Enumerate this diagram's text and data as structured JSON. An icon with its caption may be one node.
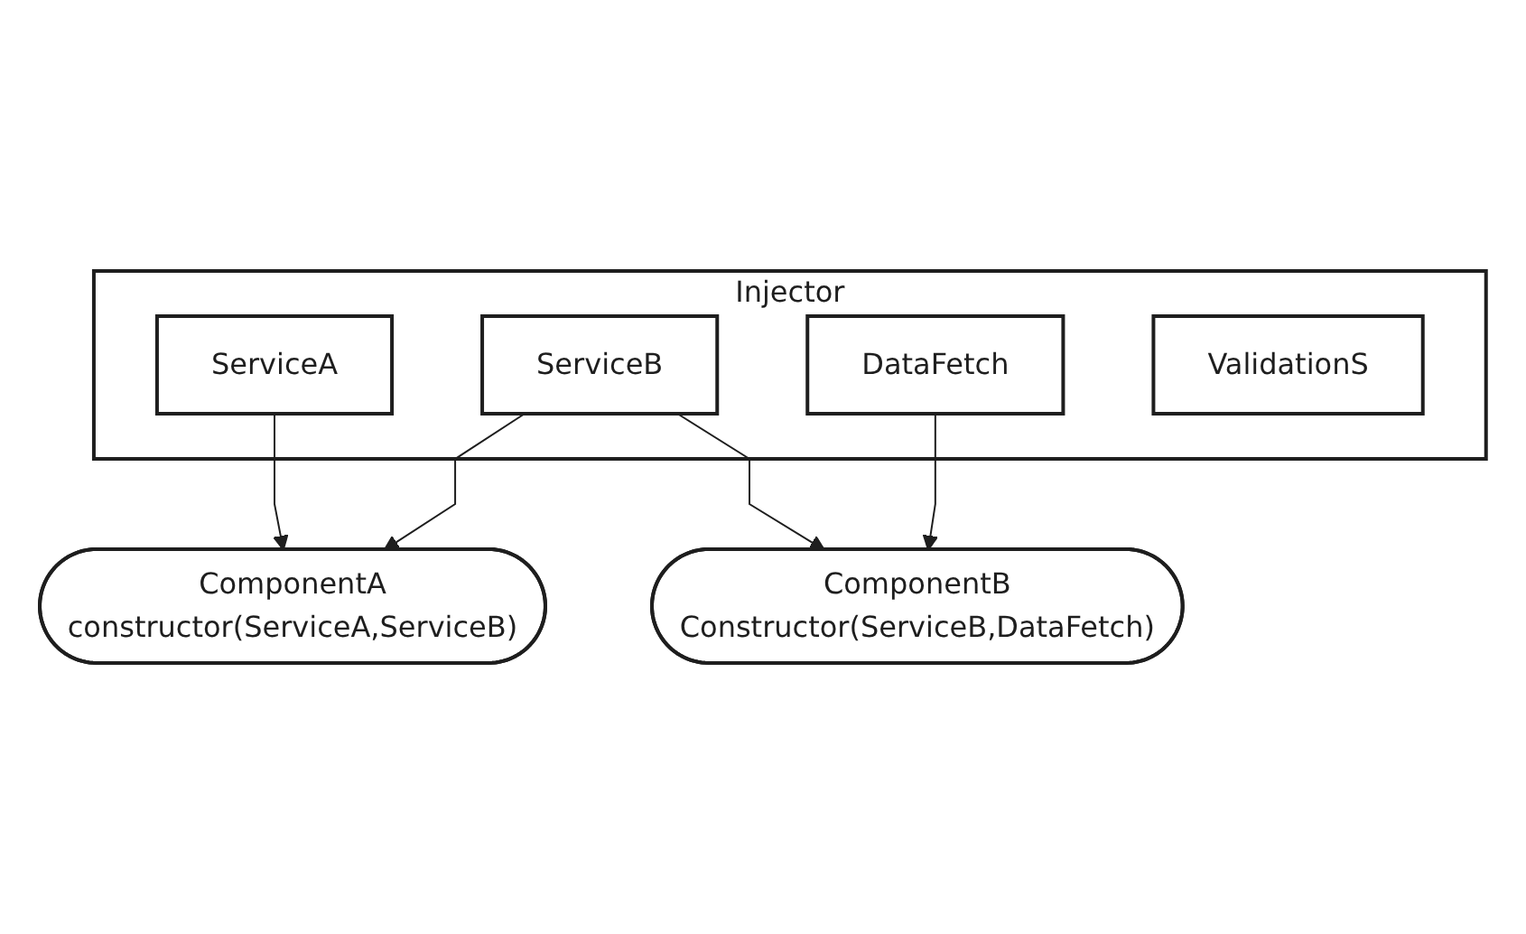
{
  "diagram": {
    "nodes": [
      {
        "text": [
          "Injector"
        ]
      },
      {
        "text": [
          "ServiceA"
        ],
        "in": 0
      },
      {
        "text": [
          "ServiceB"
        ],
        "in": 0
      },
      {
        "text": [
          "DataFetch"
        ],
        "in": 0
      },
      {
        "text": [
          "ValidationS"
        ],
        "in": 0
      },
      {
        "text": [
          "ComponentA",
          "constructor(ServiceA,ServiceB)"
        ]
      },
      {
        "text": [
          "ComponentB",
          "Constructor(ServiceB,DataFetch)"
        ]
      }
    ],
    "edges": [
      {
        "from": 1,
        "to": 5,
        "arrow": "to"
      },
      {
        "from": 2,
        "to": 5,
        "arrow": "to"
      },
      {
        "from": 2,
        "to": 6,
        "arrow": "to"
      },
      {
        "from": 3,
        "to": 6,
        "arrow": "to"
      }
    ]
  }
}
